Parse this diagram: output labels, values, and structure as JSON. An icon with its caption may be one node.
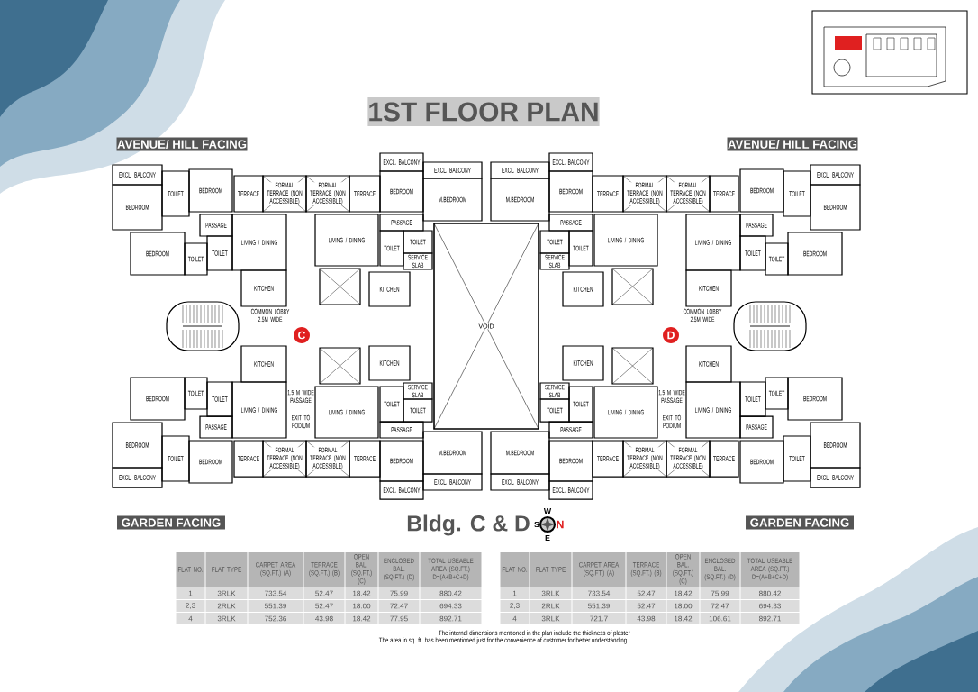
{
  "diagram": {
    "title": "1ST FLOOR PLAN",
    "labels": [
      "AVENUE/ HILL FACING",
      "AVENUE/ HILL FACING",
      "EXCL. BALCONY",
      "BEDROOM",
      "TOILET",
      "BEDROOM",
      "PASSAGE",
      "BEDROOM",
      "TOILET",
      "TOILET",
      "TERRACE",
      "FORMAL TERRACE (NON ACCESSIBLE)",
      "LIVING / DINING",
      "KITCHEN",
      "FORMAL TERRACE (NON ACCESSIBLE)",
      "TERRACE",
      "LIVING / DINING",
      "EXCL. BALCONY",
      "BEDROOM",
      "EXCL. BALCONY",
      "M.BEDROOM",
      "PASSAGE",
      "TOILET",
      "TOILET",
      "KITCHEN",
      "SERVICE SLAB",
      "EXCL. BALCONY",
      "BEDROOM",
      "TOILET",
      "BEDROOM",
      "PASSAGE",
      "BEDROOM",
      "TOILET",
      "TOILET",
      "TERRACE",
      "FORMAL TERRACE (NON ACCESSIBLE)",
      "LIVING / DINING",
      "KITCHEN",
      "FORMAL TERRACE (NON ACCESSIBLE)",
      "TERRACE",
      "LIVING / DINING",
      "EXCL. BALCONY",
      "BEDROOM",
      "EXCL. BALCONY",
      "M.BEDROOM",
      "PASSAGE",
      "TOILET",
      "TOILET",
      "KITCHEN",
      "SERVICE SLAB",
      "EXCL. BALCONY",
      "BEDROOM",
      "TOILET",
      "BEDROOM",
      "PASSAGE",
      "BEDROOM",
      "TOILET",
      "TOILET",
      "TERRACE",
      "FORMAL TERRACE (NON ACCESSIBLE)",
      "LIVING / DINING",
      "KITCHEN",
      "FORMAL TERRACE (NON ACCESSIBLE)",
      "TERRACE",
      "LIVING / DINING",
      "EXCL. BALCONY",
      "BEDROOM",
      "EXCL. BALCONY",
      "M.BEDROOM",
      "PASSAGE",
      "TOILET",
      "TOILET",
      "KITCHEN",
      "SERVICE SLAB",
      "EXCL. BALCONY",
      "BEDROOM",
      "TOILET",
      "BEDROOM",
      "PASSAGE",
      "BEDROOM",
      "TOILET",
      "TOILET",
      "TERRACE",
      "FORMAL TERRACE (NON ACCESSIBLE)",
      "LIVING / DINING",
      "KITCHEN",
      "FORMAL TERRACE (NON ACCESSIBLE)",
      "TERRACE",
      "LIVING / DINING",
      "EXCL. BALCONY",
      "BEDROOM",
      "EXCL. BALCONY",
      "M.BEDROOM",
      "PASSAGE",
      "TOILET",
      "TOILET",
      "KITCHEN",
      "SERVICE SLAB",
      "COMMON LOBBY 2.5M WIDE",
      "COMMON LOBBY 2.5M WIDE",
      "C",
      "D",
      "VOID",
      "1.5 M WIDE PASSAGE",
      "1.5 M WIDE PASSAGE",
      "EXIT TO PODIUM",
      "EXIT TO PODIUM",
      "GARDEN FACING",
      "GARDEN FACING",
      "Bldg. C & D",
      "W",
      "S",
      "N",
      "E",
      "FLAT NO.",
      "FLAT TYPE",
      "CARPET AREA (SQ.FT.) (A)",
      "TERRACE (SQ.FT.) (B)",
      "OPEN BAL. (SQ.FT.) (C)",
      "ENCLOSED BAL. (SQ.FT.) (D)",
      "TOTAL USEABLE AREA (SQ.FT.) D=(A+B+C+D)",
      "1",
      "3RLK",
      "733.54",
      "52.47",
      "18.42",
      "75.99",
      "880.42",
      "2,3",
      "2RLK",
      "551.39",
      "52.47",
      "18.00",
      "72.47",
      "694.33",
      "4",
      "3RLK",
      "752.36",
      "43.98",
      "18.42",
      "77.95",
      "892.71",
      "FLAT NO.",
      "FLAT TYPE",
      "CARPET AREA (SQ.FT.) (A)",
      "TERRACE (SQ.FT.) (B)",
      "OPEN BAL. (SQ.FT.) (C)",
      "ENCLOSED BAL. (SQ.FT.) (D)",
      "TOTAL USEABLE AREA (SQ.FT.) D=(A+B+C+D)",
      "1",
      "3RLK",
      "733.54",
      "52.47",
      "18.42",
      "75.99",
      "880.42",
      "2,3",
      "2RLK",
      "551.39",
      "52.47",
      "18.00",
      "72.47",
      "694.33",
      "4",
      "3RLK",
      "721.7",
      "43.98",
      "18.42",
      "106.61",
      "892.71",
      "The internal dimensions mentioned in the plan include the thickness of plaster",
      "The area in sq. ft. has been mentioned just for the convenience of customer for better understanding.."
    ]
  }
}
